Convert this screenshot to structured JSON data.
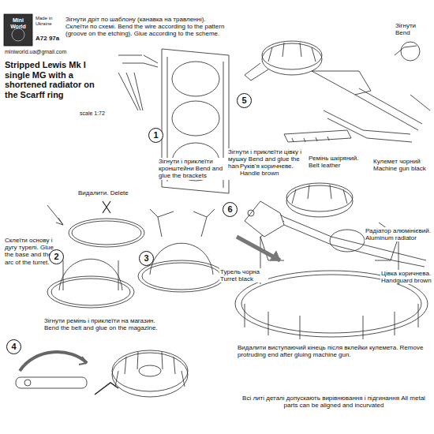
{
  "diagram": {
    "title": "Stripped Lewis Mk I single MG with a shortened radiator on the Scarff ring",
    "nodes": [
      {
        "text": [
          "1"
        ]
      },
      {
        "text": [
          "2"
        ]
      },
      {
        "text": [
          "3"
        ]
      },
      {
        "text": [
          "4"
        ]
      },
      {
        "text": [
          "5"
        ]
      },
      {
        "text": [
          "6"
        ]
      }
    ],
    "labels": [
      "Mini World",
      "Made in Ukraine",
      "A72 97a",
      "miniworld.ua@gmail.com",
      "scale 1:72",
      "Зігнути дріт по шаблону (канавка на травленні). Склеїти по схемі. Bend the wire according to the pattern (groove on the etching). Glue according to the scheme.",
      "Видалити. Delete",
      "Склеїти основу і дугу турелі. Glue the base and the arc of the turret.",
      "Зігнути і приклеїти кронштейни Bend and glue the brackets",
      "Зігнути ремінь і приклеїти на магазин. Bend the belt and glue on the magazine.",
      "Зігнути Bend",
      "Зігнути і приклеїти цівку і мушку Bend and glue the handguard, the front sight",
      "Ремінь шкіряний. Belt leather",
      "Руків'я коричневе. Handle brown",
      "Кулемет чорний Machine gun black",
      "Радіатор алюмінієвий. Aluminum radiator",
      "Турель чорна Turret black",
      "Цівка коричнева. Handguard brown",
      "Видалити виступаючий кінець після вклейки кулемета. Remove protruding end after gluing machine gun.",
      "Всі литі деталі допускають вирівнювання і підгинання All metal parts can be aligned and incurvated"
    ]
  }
}
